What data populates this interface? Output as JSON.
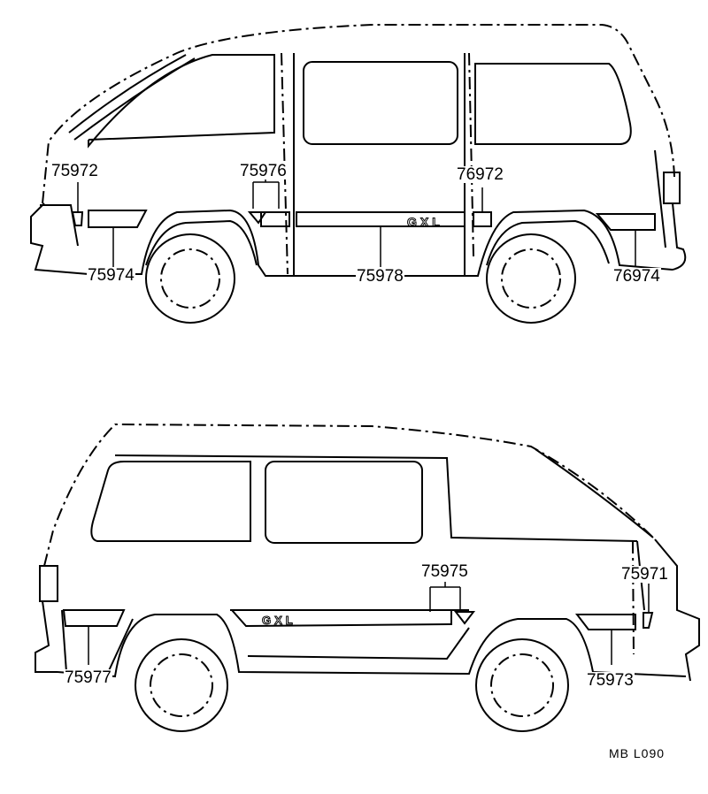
{
  "diagram": {
    "type": "parts-illustration",
    "subject": "van side body stripes / tape",
    "colors": {
      "line": "#000000",
      "background": "#ffffff"
    },
    "views": [
      {
        "name": "right-side-view",
        "badge": "GXL",
        "callouts": [
          {
            "id": "c1",
            "label": "75972"
          },
          {
            "id": "c2",
            "label": "75976"
          },
          {
            "id": "c3",
            "label": "76972"
          },
          {
            "id": "c4",
            "label": "75974"
          },
          {
            "id": "c5",
            "label": "75978"
          },
          {
            "id": "c6",
            "label": "76974"
          }
        ]
      },
      {
        "name": "left-side-view",
        "badge": "GXL",
        "callouts": [
          {
            "id": "c1",
            "label": "75975"
          },
          {
            "id": "c2",
            "label": "75971"
          },
          {
            "id": "c3",
            "label": "75977"
          },
          {
            "id": "c4",
            "label": "75973"
          }
        ]
      }
    ],
    "figure_code": "MB  L090"
  }
}
